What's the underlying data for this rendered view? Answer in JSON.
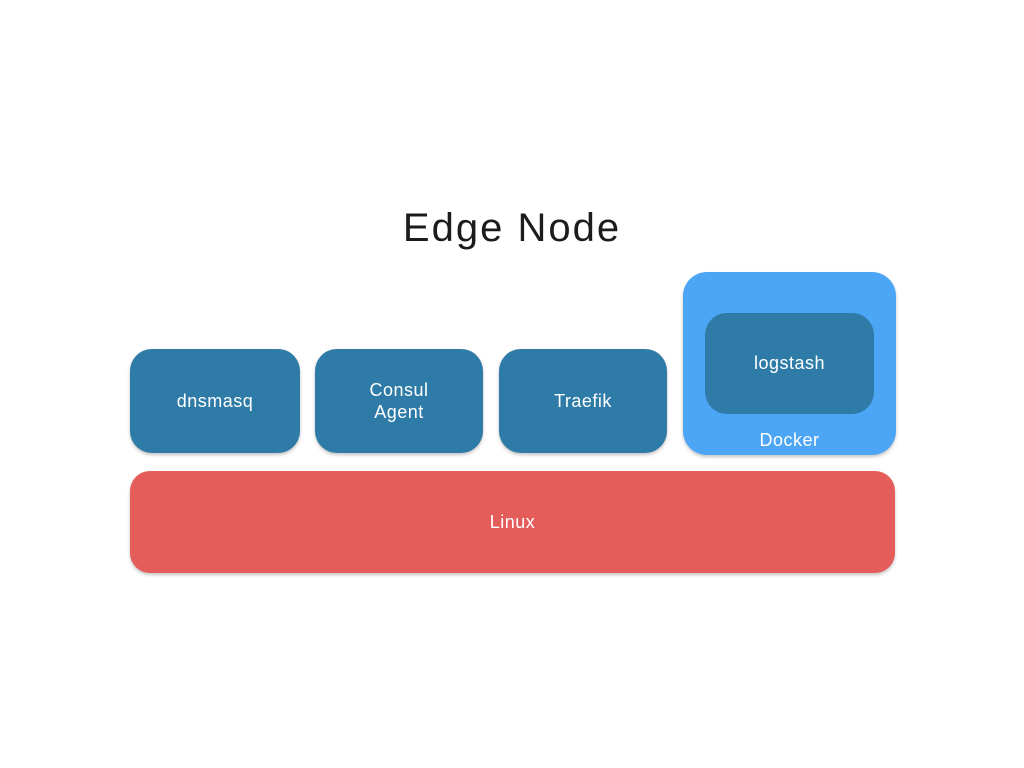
{
  "title": "Edge Node",
  "colors": {
    "box_teal": "#2F7BA7",
    "docker_blue": "#4DA5F5",
    "linux_red": "#E55D5A",
    "label_text": "#FFFFFF",
    "title_text": "#1C1C1C"
  },
  "diagram": {
    "services": [
      {
        "label": "dnsmasq"
      },
      {
        "label": "Consul\nAgent"
      },
      {
        "label": "Traefik"
      }
    ],
    "docker": {
      "label": "Docker",
      "containers": [
        {
          "label": "logstash"
        }
      ]
    },
    "os": {
      "label": "Linux"
    }
  }
}
